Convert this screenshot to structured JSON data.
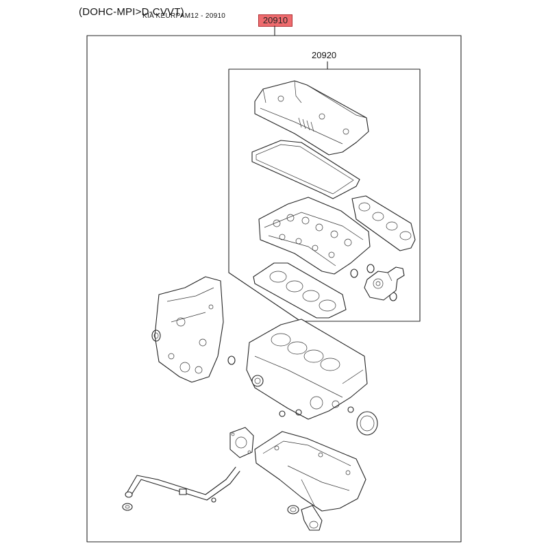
{
  "header": {
    "engine_label": "(DOHC-MPI>D-CVVT)",
    "catalog_label": "KIA KEURPAM12 - 20910",
    "part_number": "20910",
    "part_badge_color": "#ee6b6e"
  },
  "diagram": {
    "sub_kit_number": "20920"
  }
}
